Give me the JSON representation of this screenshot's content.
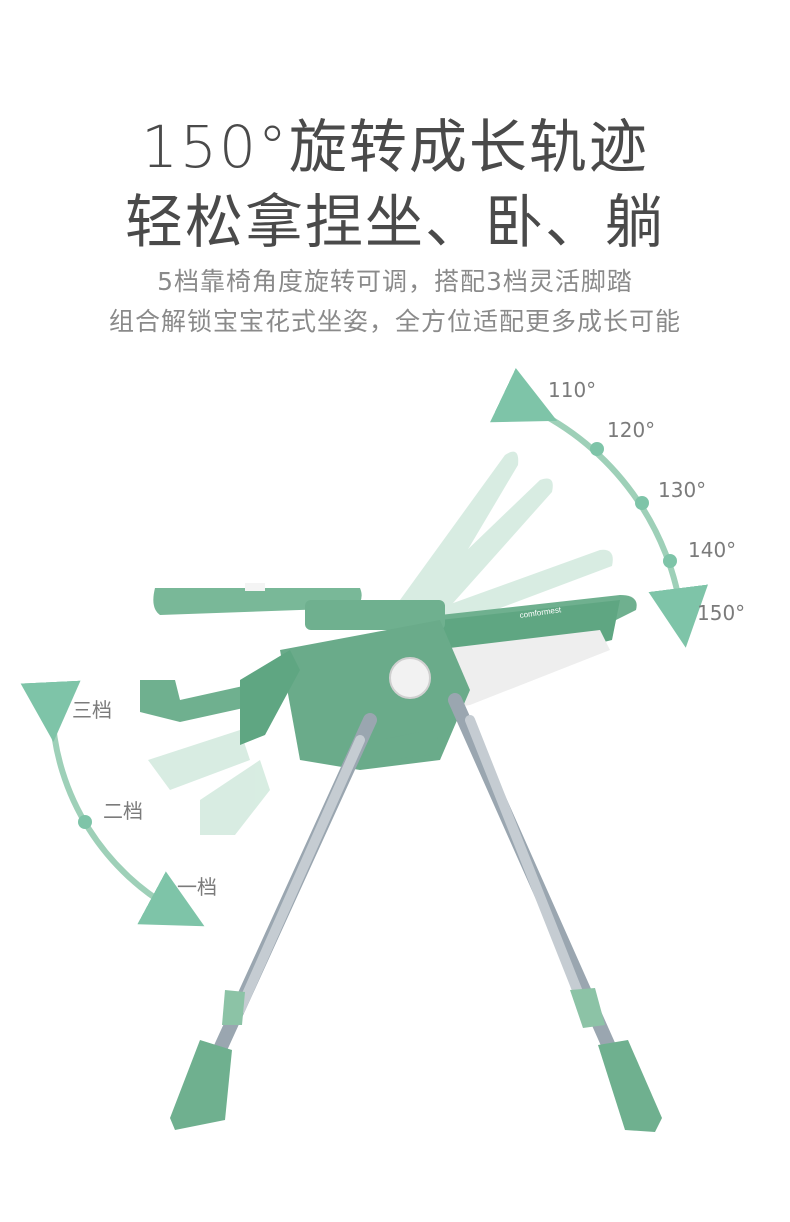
{
  "headline": {
    "line1": "150°旋转成长轨迹",
    "line2": "轻松拿捏坐、卧、躺"
  },
  "subheadline": {
    "line1": "5档靠椅角度旋转可调，搭配3档灵活脚踏",
    "line2": "组合解锁宝宝花式坐姿，全方位适配更多成长可能"
  },
  "recline_angles": [
    "110°",
    "120°",
    "130°",
    "140°",
    "150°"
  ],
  "footrest_positions": [
    "三档",
    "二档",
    "一档"
  ],
  "brand_mark": "comformest",
  "colors": {
    "accent_green": "#7ec4a8",
    "chair_green": "#6fb08f",
    "chair_green_light": "#a9d6bf",
    "leg_gray": "#9aa6b0",
    "text_dark": "#4a4a4a",
    "text_gray": "#8a8a8a"
  }
}
